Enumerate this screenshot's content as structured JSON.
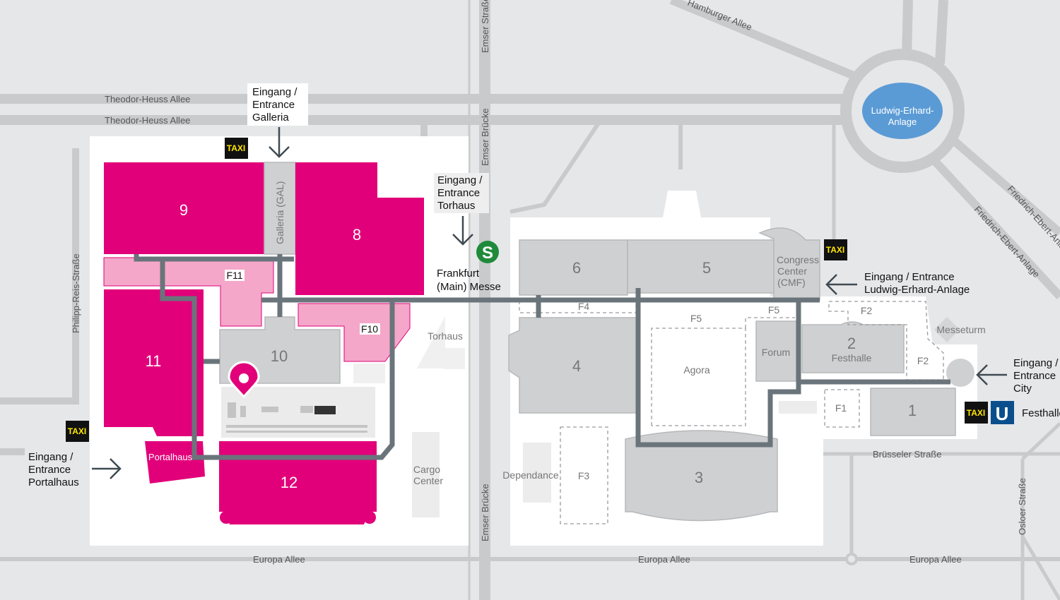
{
  "map": {
    "colors": {
      "background": "#e6e7e9",
      "road": "#c9cacc",
      "hall_primary": "#e2007a",
      "hall_light": "#f4a7c9",
      "hall_grey": "#cfd0d2",
      "walkway": "#6a747b",
      "water": "#5b9bd5",
      "taxi": "#111111",
      "s_bahn": "#1f8a3b",
      "u_bahn": "#0a4f8c"
    },
    "roads": {
      "theodor_heuss_1": "Theodor-Heuss Allee",
      "theodor_heuss_2": "Theodor-Heuss Allee",
      "emser_strasse": "Emser Straße",
      "emser_bruecke_top": "Emser Brücke",
      "emser_bruecke_bottom": "Emser Brücke",
      "hamburger_allee": "Hamburger Allee",
      "friedrich_ebert_1": "Friedrich-Ebert-Anlage",
      "friedrich_ebert_2": "Friedrich-Ebert-Anlage",
      "philipp_reis": "Philipp-Reis-Straße",
      "europa_1": "Europa Allee",
      "europa_2": "Europa Allee",
      "europa_3": "Europa Allee",
      "bruesseler": "Brüsseler Straße",
      "osloer": "Osloer Straße"
    },
    "roundabout": {
      "line1": "Ludwig-Erhard-",
      "line2": "Anlage"
    },
    "halls": {
      "h9": "9",
      "galleria": "Galleria (GAL)",
      "h8": "8",
      "f11": "F11",
      "h11": "11",
      "f10": "F10",
      "h10": "10",
      "portalhaus": "Portalhaus",
      "h12": "12",
      "torhaus": "Torhaus",
      "cargo1": "Cargo",
      "cargo2": "Center",
      "h6": "6",
      "h5": "5",
      "cmf1": "Congress",
      "cmf2": "Center",
      "cmf3": "(CMF)",
      "f4": "F4",
      "f5a": "F5",
      "f5b": "F5",
      "f2a": "F2",
      "f2b": "F2",
      "messeturm": "Messeturm",
      "h4": "4",
      "agora": "Agora",
      "forum": "Forum",
      "h2": "2",
      "festhalle": "Festhalle",
      "f1": "F1",
      "h1": "1",
      "dependance": "Dependance",
      "f3": "F3",
      "h3": "3"
    },
    "entrances": {
      "galleria": [
        "Eingang /",
        "Entrance",
        "Galleria"
      ],
      "torhaus": [
        "Eingang /",
        "Entrance",
        "Torhaus"
      ],
      "ludwig": [
        "Eingang / Entrance",
        "Ludwig-Erhard-Anlage"
      ],
      "city": [
        "Eingang /",
        "Entrance",
        "City"
      ],
      "portalhaus": [
        "Eingang /",
        "Entrance",
        "Portalhaus"
      ]
    },
    "station": {
      "s_symbol": "S",
      "line1": "Frankfurt",
      "line2": "(Main) Messe",
      "u_symbol": "U",
      "festhalle": "Festhalle"
    },
    "taxi": "TAXI",
    "marker": "location-pin-icon"
  }
}
